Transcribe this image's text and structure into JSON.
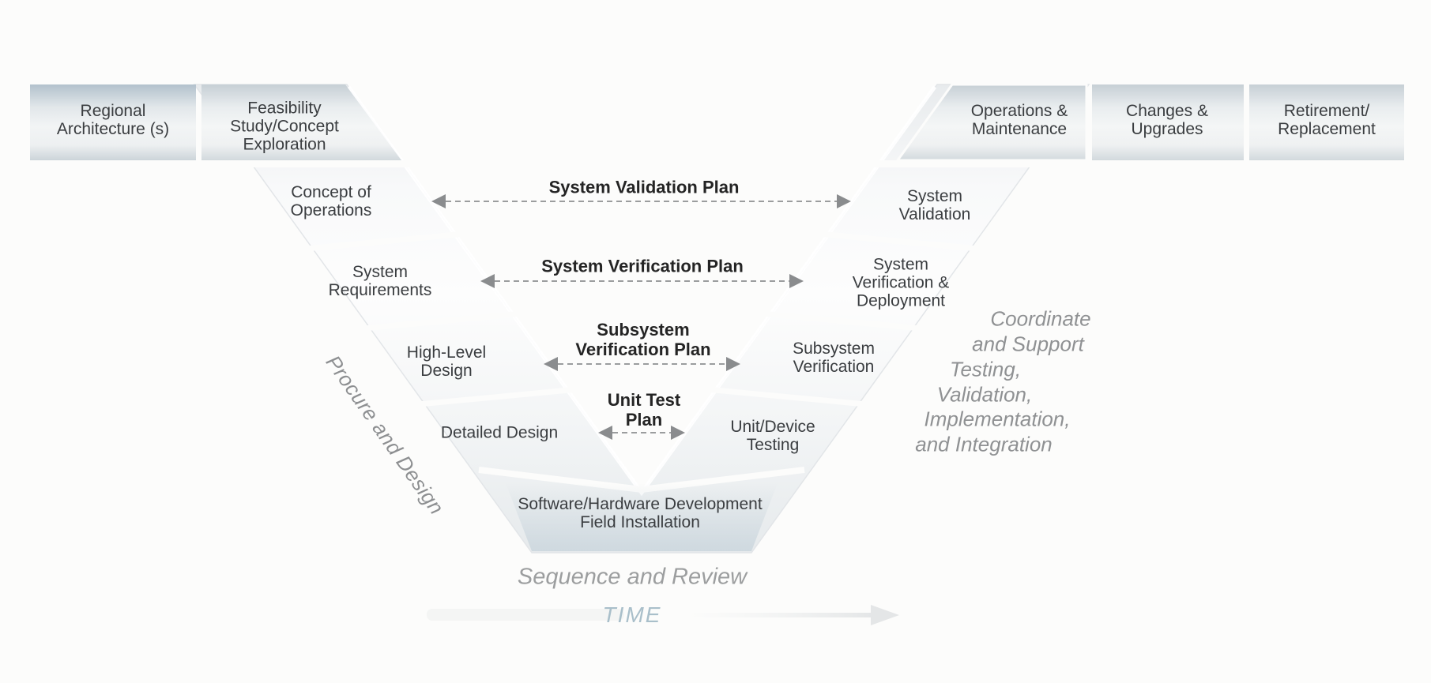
{
  "wings": {
    "left": [
      {
        "id": "regional-architecture",
        "lines": [
          "Regional",
          "Architecture (s)"
        ]
      },
      {
        "id": "feasibility-study",
        "lines": [
          "Feasibility",
          "Study/Concept",
          "Exploration"
        ]
      }
    ],
    "right": [
      {
        "id": "operations-maintenance",
        "lines": [
          "Operations &",
          "Maintenance"
        ]
      },
      {
        "id": "changes-upgrades",
        "lines": [
          "Changes &",
          "Upgrades"
        ]
      },
      {
        "id": "retirement-replacement",
        "lines": [
          "Retirement/",
          "Replacement"
        ]
      }
    ]
  },
  "left_arm": [
    {
      "id": "concept-of-operations",
      "lines": [
        "Concept of",
        "Operations"
      ]
    },
    {
      "id": "system-requirements",
      "lines": [
        "System",
        "Requirements"
      ]
    },
    {
      "id": "high-level-design",
      "lines": [
        "High-Level",
        "Design"
      ]
    },
    {
      "id": "detailed-design",
      "lines": [
        "Detailed Design"
      ]
    }
  ],
  "right_arm": [
    {
      "id": "system-validation",
      "lines": [
        "System",
        "Validation"
      ]
    },
    {
      "id": "system-verification-deployment",
      "lines": [
        "System",
        "Verification &",
        "Deployment"
      ]
    },
    {
      "id": "subsystem-verification",
      "lines": [
        "Subsystem",
        "Verification"
      ]
    },
    {
      "id": "unit-device-testing",
      "lines": [
        "Unit/Device",
        "Testing"
      ]
    }
  ],
  "bottom": {
    "id": "software-hardware",
    "lines": [
      "Software/Hardware Development",
      "Field Installation"
    ]
  },
  "plans": [
    {
      "id": "system-validation-plan",
      "lines": [
        "System Validation Plan"
      ]
    },
    {
      "id": "system-verification-plan",
      "lines": [
        "System Verification Plan"
      ]
    },
    {
      "id": "subsystem-verification-plan",
      "lines": [
        "Subsystem",
        "Verification Plan"
      ]
    },
    {
      "id": "unit-test-plan",
      "lines": [
        "Unit Test",
        "Plan"
      ]
    }
  ],
  "annotations": {
    "procure": "Procure and Design",
    "coordinate_lines": [
      "Coordinate",
      "and Support",
      "Testing,",
      "Validation,",
      "Implementation,",
      "and Integration"
    ],
    "sequence": "Sequence and Review",
    "time": "TIME"
  },
  "colors": {
    "background": "#fcfcfb",
    "box_gradient_top": "#b2c1cc",
    "box_gradient_mid": "#f2f4f5",
    "box_gradient_bottom": "#ccd4d9",
    "band_gradient_edge": "#e8ebed",
    "band_gradient_center": "#ffffff",
    "bottom_glow": "#ccd7de",
    "dashed_arrow": "#9b9d9e",
    "arrowhead": "#8a8c8e",
    "step_text": "#3a3d40",
    "plan_text": "#242424",
    "italic_gray": "#8f9193",
    "time_text": "#a9bfca",
    "bevel_white": "#ffffff"
  }
}
